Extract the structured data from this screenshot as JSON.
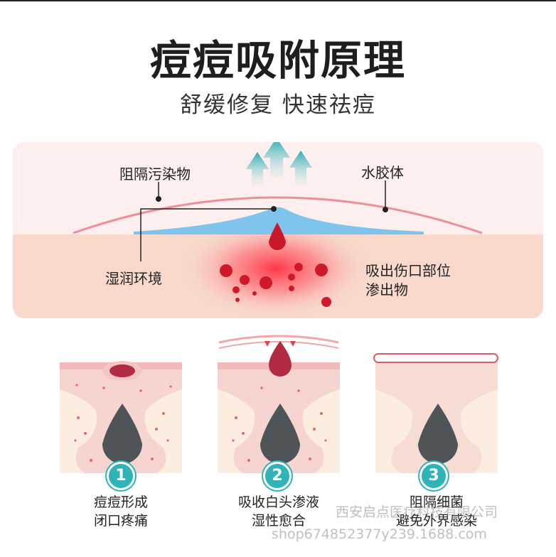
{
  "header": {
    "title": "痘痘吸附原理",
    "subtitle": "舒缓修复 快速祛痘"
  },
  "diagram": {
    "label_barrier": "阻隔污染物",
    "label_hydrocolloid": "水胶体",
    "label_moist": "湿润环境",
    "label_absorb_line1": "吸出伤口部位",
    "label_absorb_line2": "渗出物"
  },
  "steps": [
    {
      "number": "1",
      "line1": "痘痘形成",
      "line2": "闭口疼痛"
    },
    {
      "number": "2",
      "line1": "吸收白头渗液",
      "line2": "湿性愈合"
    },
    {
      "number": "3",
      "line1": "阻隔细菌",
      "line2": "避免外界感染"
    }
  ],
  "watermark": {
    "line1": "西安启点医疗科技有限公司",
    "line2": "shop674852377y239.1688.com"
  },
  "colors": {
    "teal": "#2fb3b8",
    "hydrocolloid_line": "#ee8f97",
    "patch_blue": "#7ec4ec",
    "blood_red": "#d0182b",
    "skin_pink": "#f7dcd3"
  }
}
